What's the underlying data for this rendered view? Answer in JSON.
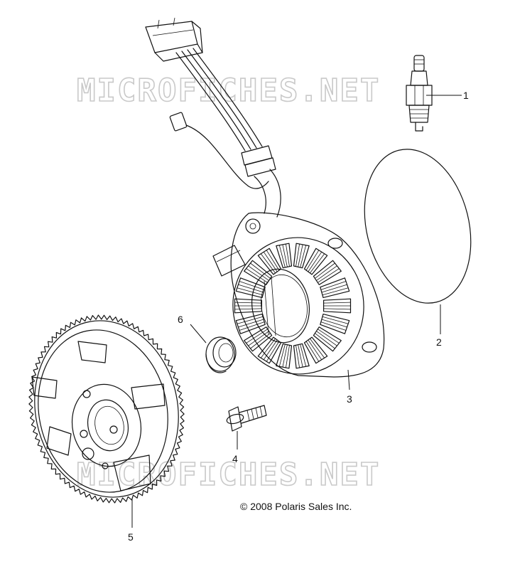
{
  "watermark": "MICROFICHES.NET",
  "copyright": "© 2008 Polaris Sales Inc.",
  "callouts": [
    "1",
    "2",
    "3",
    "4",
    "5",
    "6"
  ]
}
